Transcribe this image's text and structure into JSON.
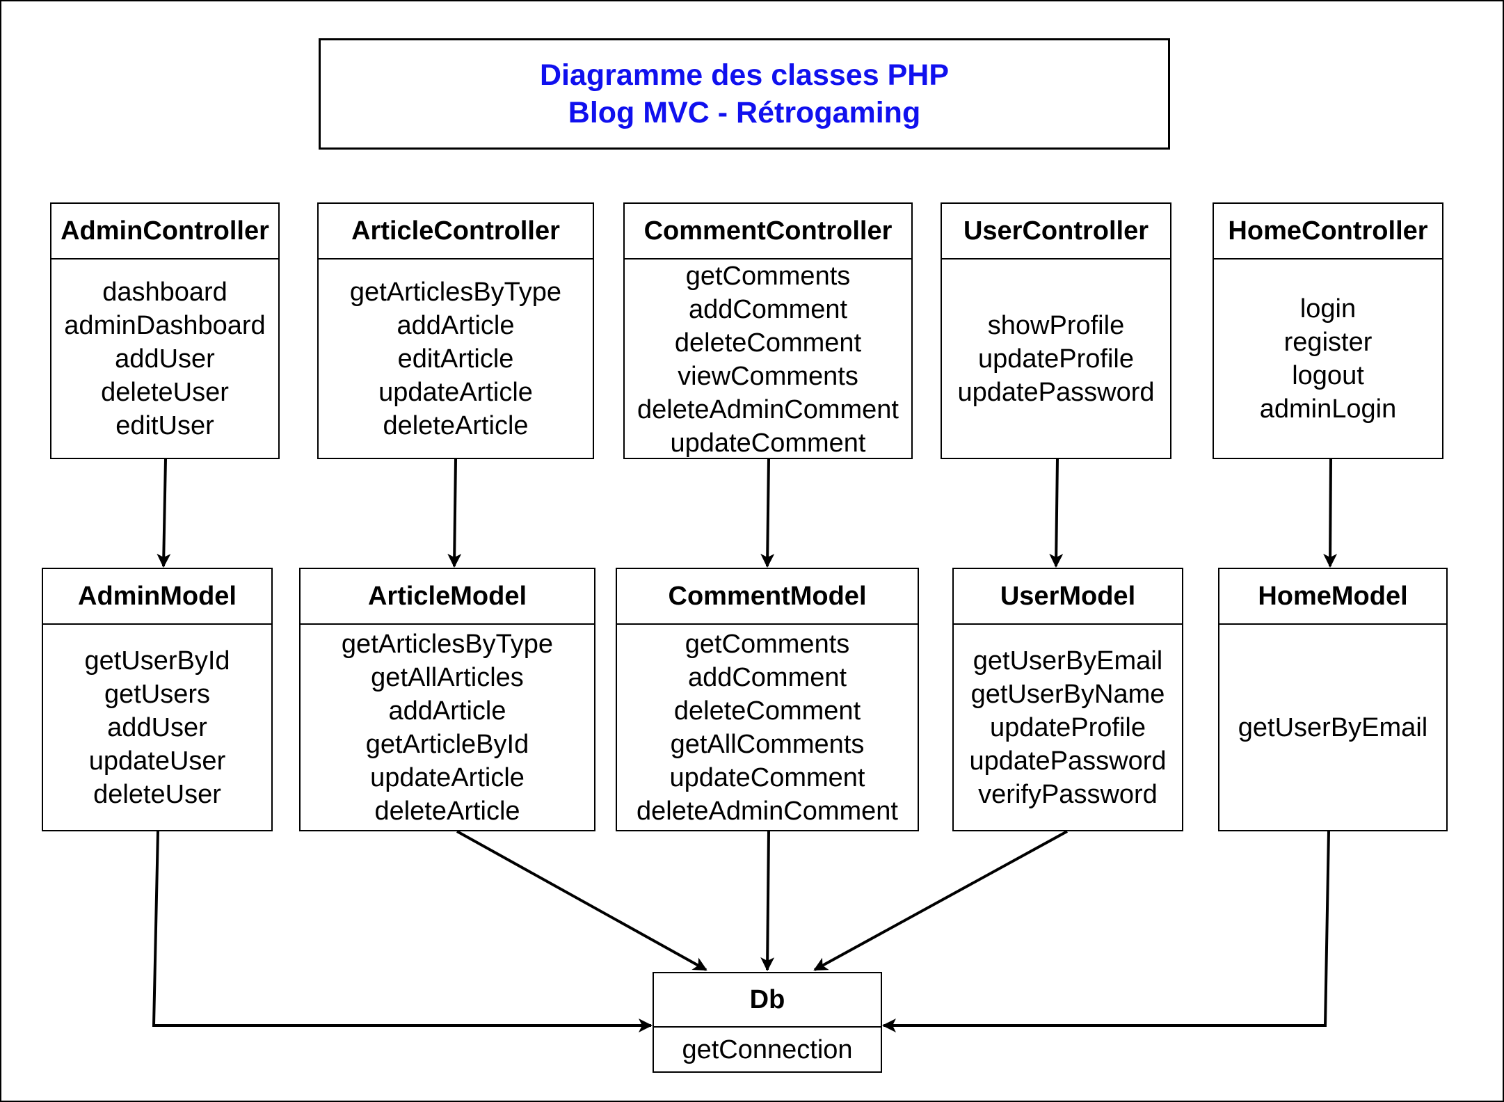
{
  "title": {
    "line1": "Diagramme des classes PHP",
    "line2": "Blog MVC - Rétrogaming",
    "color": "#1010ee"
  },
  "controllers": [
    {
      "name": "AdminController",
      "methods": [
        "dashboard",
        "adminDashboard",
        "addUser",
        "deleteUser",
        "editUser"
      ]
    },
    {
      "name": "ArticleController",
      "methods": [
        "getArticlesByType",
        "addArticle",
        "editArticle",
        "updateArticle",
        "deleteArticle"
      ]
    },
    {
      "name": "CommentController",
      "methods": [
        "getComments",
        "addComment",
        "deleteComment",
        "viewComments",
        "deleteAdminComment",
        "updateComment"
      ]
    },
    {
      "name": "UserController",
      "methods": [
        "showProfile",
        "updateProfile",
        "updatePassword"
      ]
    },
    {
      "name": "HomeController",
      "methods": [
        "login",
        "register",
        "logout",
        "adminLogin"
      ]
    }
  ],
  "models": [
    {
      "name": "AdminModel",
      "methods": [
        "getUserById",
        "getUsers",
        "addUser",
        "updateUser",
        "deleteUser"
      ]
    },
    {
      "name": "ArticleModel",
      "methods": [
        "getArticlesByType",
        "getAllArticles",
        "addArticle",
        "getArticleById",
        "updateArticle",
        "deleteArticle"
      ]
    },
    {
      "name": "CommentModel",
      "methods": [
        "getComments",
        "addComment",
        "deleteComment",
        "getAllComments",
        "updateComment",
        "deleteAdminComment"
      ]
    },
    {
      "name": "UserModel",
      "methods": [
        "getUserByEmail",
        "getUserByName",
        "updateProfile",
        "updatePassword",
        "verifyPassword"
      ]
    },
    {
      "name": "HomeModel",
      "methods": [
        "getUserByEmail"
      ]
    }
  ],
  "db": {
    "name": "Db",
    "methods": [
      "getConnection"
    ]
  }
}
